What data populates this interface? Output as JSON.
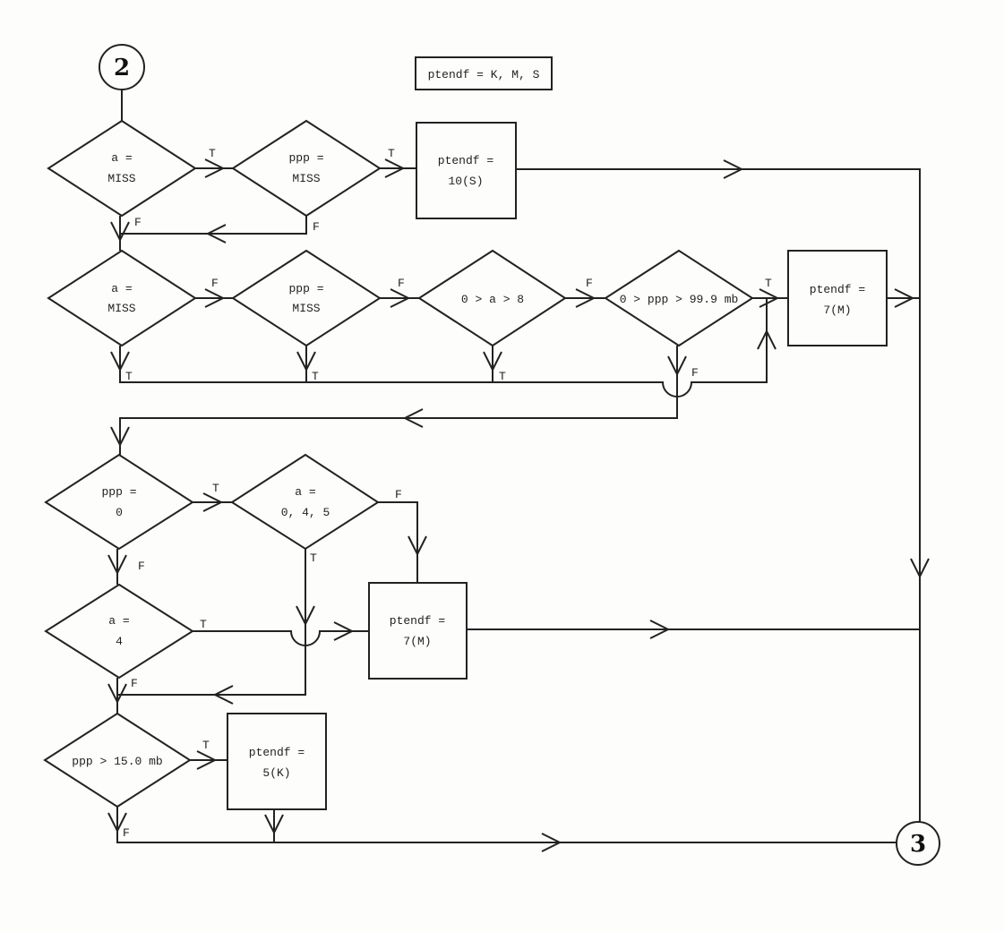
{
  "connectors": {
    "start": "2",
    "end": "3"
  },
  "legend": "ptendf = K, M, S",
  "decisions": {
    "r1a": [
      "a =",
      "MISS"
    ],
    "r1b": [
      "ppp =",
      "MISS"
    ],
    "r2a": [
      "a =",
      "MISS"
    ],
    "r2b": [
      "ppp =",
      "MISS"
    ],
    "r2c": [
      "0 > a > 8"
    ],
    "r2d": [
      "0 > ppp > 99.9 mb"
    ],
    "r3a": [
      "ppp =",
      "0"
    ],
    "r3b": [
      "a =",
      "0, 4, 5"
    ],
    "r4a": [
      "a =",
      "4"
    ],
    "r5a": [
      "ppp > 15.0 mb"
    ]
  },
  "processes": {
    "p1": [
      "ptendf =",
      "10(S)"
    ],
    "p2": [
      "ptendf =",
      "7(M)"
    ],
    "p3": [
      "ptendf =",
      "7(M)"
    ],
    "p4": [
      "ptendf =",
      "5(K)"
    ]
  },
  "branch_labels": {
    "true": "T",
    "false": "F"
  }
}
